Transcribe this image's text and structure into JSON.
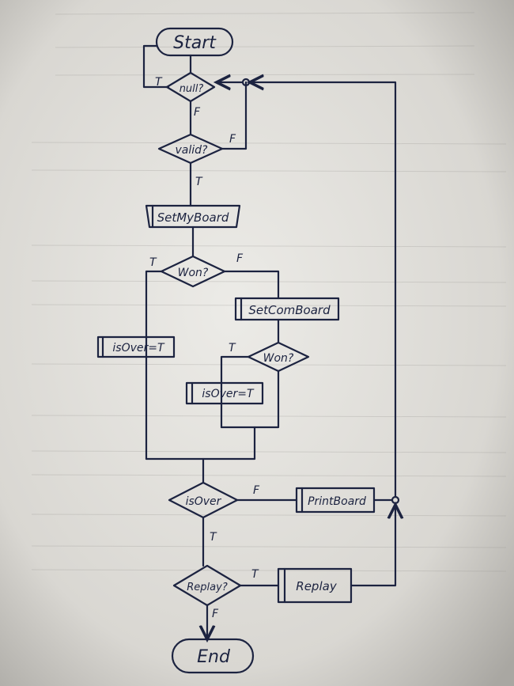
{
  "nodes": {
    "start": "Start",
    "null_check": "null?",
    "valid_check": "valid?",
    "set_my_board": "SetMyBoard",
    "won_check_1": "Won?",
    "set_com_board": "SetComBoard",
    "is_over_set_1": "isOver=T",
    "won_check_2": "Won?",
    "is_over_set_2": "isOver=T",
    "is_over_check": "isOver",
    "print_board": "PrintBoard",
    "replay_check": "Replay?",
    "replay": "Replay",
    "end": "End"
  },
  "edge_labels": {
    "null_true": "T",
    "null_false": "F",
    "valid_false": "F",
    "valid_true": "T",
    "won1_true": "T",
    "won1_false": "F",
    "won2_true": "T",
    "isover_false": "F",
    "isover_true": "T",
    "replay_true": "T",
    "replay_false": "F"
  },
  "colors": {
    "paper": "#e9e7e2",
    "ink": "#1c2340"
  }
}
